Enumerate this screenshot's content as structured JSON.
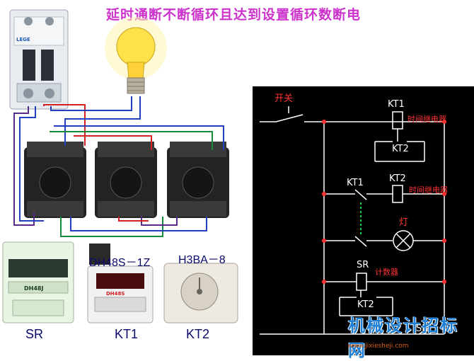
{
  "title": "延时通断不断循环且达到设置循环数断电",
  "devices": {
    "sr_label": "SR",
    "kt1_label": "KT1",
    "kt2_label": "KT2",
    "kt1_model": "DH48S－1Z",
    "kt2_model": "H3BA－8",
    "breaker_brand": "LEGE",
    "sr_model": "DH48J",
    "kt1_face": "DH48S"
  },
  "schematic": {
    "switch_label": "开关",
    "kt1_coil": "KT1",
    "kt1_coil_desc": "时间继电器",
    "kt2_contact": "KT2",
    "kt1_contact": "KT1",
    "kt2_coil": "KT2",
    "kt2_coil_desc": "时间继电器",
    "lamp_label": "灯",
    "sr_contact": "SR",
    "sr_coil_desc": "计数器",
    "kt2_contact_bottom": "KT2",
    "sr_bottom": "SR"
  },
  "watermark": {
    "text": "机械设计招标网",
    "url": "www.jixiesheji.com"
  },
  "colors": {
    "title": "#cc33cc",
    "schematic_bg": "#000000",
    "schematic_line": "#ffffff",
    "schematic_label": "#ffffff",
    "schematic_desc": "#ff3333",
    "wire_red": "#d42020",
    "wire_blue": "#2040c0",
    "wire_green": "#188a3a",
    "wire_purple": "#5a2a8a",
    "dashed_link": "#22cc44"
  }
}
